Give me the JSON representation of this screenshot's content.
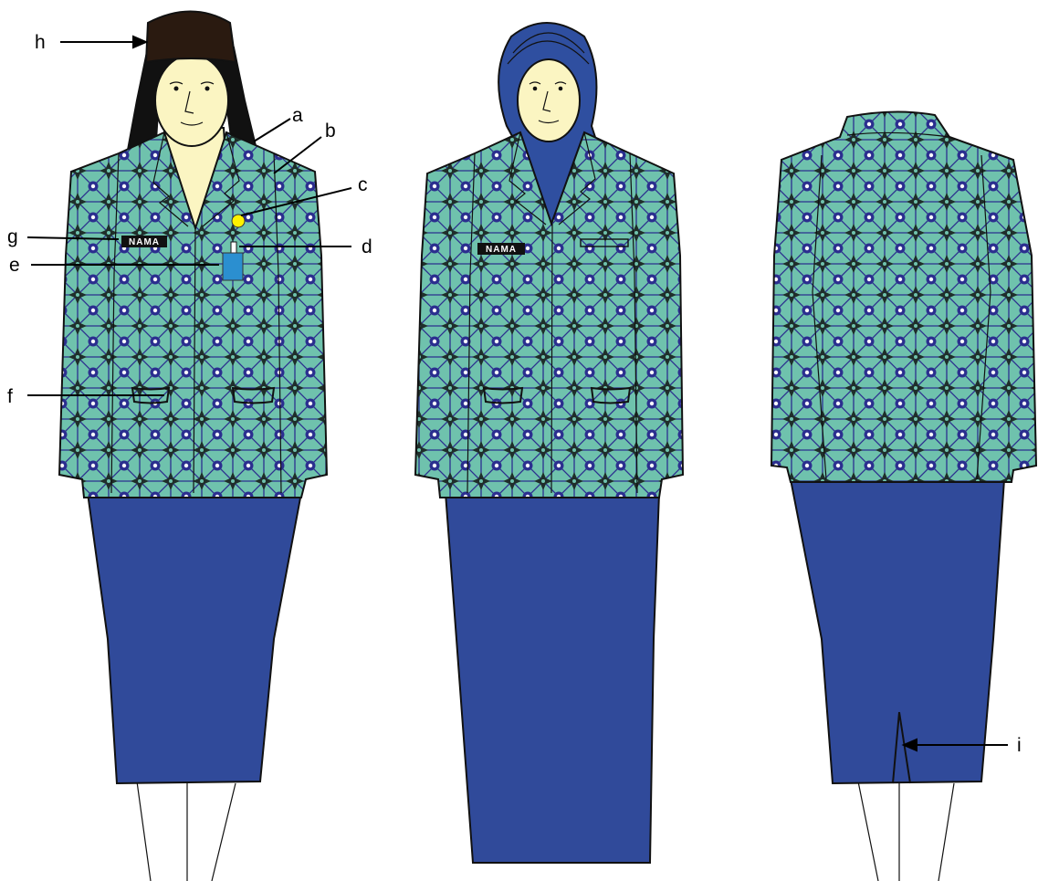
{
  "labels": {
    "a": "a",
    "b": "b",
    "c": "c",
    "d": "d",
    "e": "e",
    "f": "f",
    "g": "g",
    "h": "h",
    "i": "i"
  },
  "name_tag_text": "NAMA",
  "colors": {
    "skirt": "#304a9a",
    "hijab": "#2f4fa0",
    "skin": "#fbf5c2",
    "hair": "#111111",
    "cap": "#2a1a10",
    "batik_base": "#6fc2ad",
    "batik_motif": "#1f2e2a",
    "batik_accent": "#2b2e8f",
    "badge": "#fff200",
    "id_card": "#2b8fd0"
  },
  "icons": {
    "badge": "round-pin-icon",
    "id_card": "id-card-icon",
    "name_tag": "name-plate-icon"
  }
}
